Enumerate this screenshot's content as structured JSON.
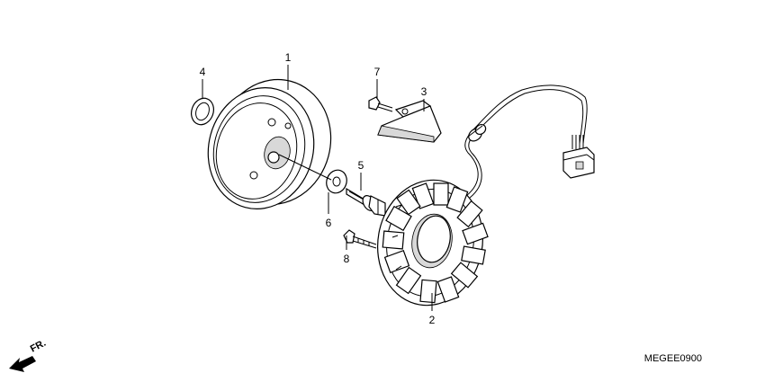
{
  "diagram": {
    "callouts": [
      {
        "id": "1"
      },
      {
        "id": "2"
      },
      {
        "id": "3"
      },
      {
        "id": "4"
      },
      {
        "id": "5"
      },
      {
        "id": "6"
      },
      {
        "id": "7"
      },
      {
        "id": "8"
      }
    ],
    "direction_label": "FR.",
    "diagram_code": "MEGEE0900"
  }
}
